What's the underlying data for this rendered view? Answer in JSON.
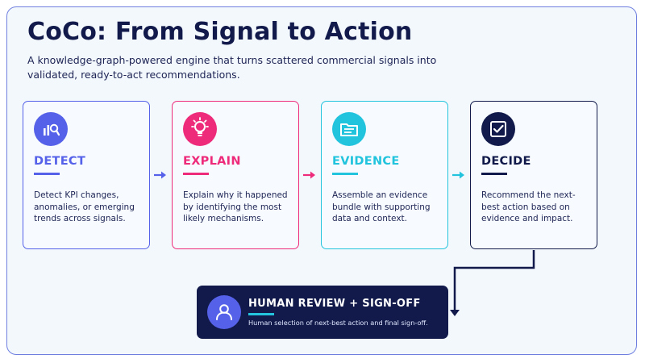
{
  "title": "CoCo: From Signal to Action",
  "subtitle": "A knowledge-graph-powered engine that turns scattered commercial signals into validated, ready-to-act recommendations.",
  "steps": [
    {
      "heading": "DETECT",
      "description": "Detect KPI changes, anomalies, or emerging trends across signals.",
      "icon": "chart-search-icon",
      "color": "#5561e8"
    },
    {
      "heading": "EXPLAIN",
      "description": "Explain why it happened by identifying the most likely mechanisms.",
      "icon": "lightbulb-icon",
      "color": "#ee2a7b"
    },
    {
      "heading": "EVIDENCE",
      "description": "Assemble an evidence bundle with supporting data and context.",
      "icon": "folder-icon",
      "color": "#22c3dd"
    },
    {
      "heading": "DECIDE",
      "description": "Recommend the next-best action based on evidence and impact.",
      "icon": "checkbox-icon",
      "color": "#111a4a"
    }
  ],
  "review": {
    "title": "HUMAN REVIEW + SIGN-OFF",
    "description": "Human selection of next-best action and final sign-off.",
    "icon": "person-icon"
  }
}
